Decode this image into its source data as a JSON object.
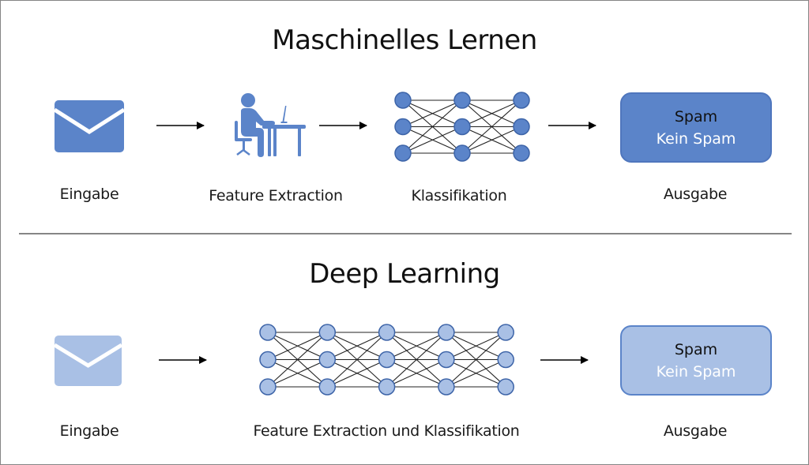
{
  "colors": {
    "primary": "#5b84c9",
    "light": "#a9c0e5",
    "node_stroke": "#3d64a8",
    "edge": "#222222"
  },
  "sections": [
    {
      "title": "Maschinelles Lernen",
      "steps": [
        {
          "icon": "envelope-icon",
          "label": "Eingabe"
        },
        {
          "icon": "person-at-desk-icon",
          "label": "Feature Extraction"
        },
        {
          "icon": "neural-network-icon",
          "label": "Klassifikation",
          "layers": 3,
          "nodes_per_layer": 3
        },
        {
          "icon": "output-box",
          "label": "Ausgabe",
          "outputs": [
            "Spam",
            "Kein Spam"
          ]
        }
      ]
    },
    {
      "title": "Deep Learning",
      "steps": [
        {
          "icon": "envelope-icon",
          "label": "Eingabe"
        },
        {
          "icon": "neural-network-icon",
          "label": "Feature Extraction und Klassifikation",
          "layers": 5,
          "nodes_per_layer": 3
        },
        {
          "icon": "output-box",
          "label": "Ausgabe",
          "outputs": [
            "Spam",
            "Kein Spam"
          ]
        }
      ]
    }
  ]
}
